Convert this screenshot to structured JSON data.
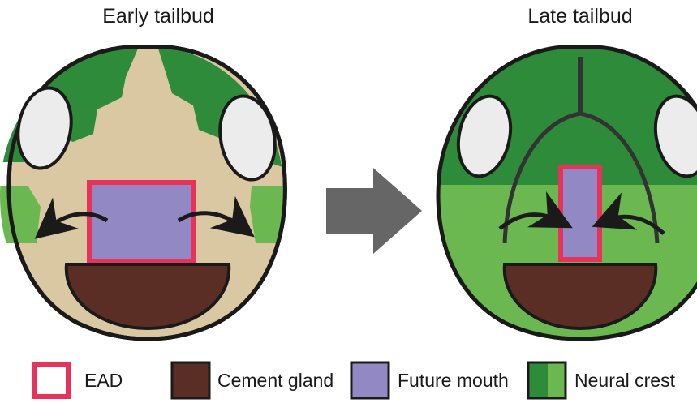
{
  "panels": {
    "left_title": "Early tailbud",
    "right_title": "Late tailbud"
  },
  "legend": [
    {
      "label": "EAD",
      "icon": "ead-swatch",
      "color": "#e8325a"
    },
    {
      "label": "Cement gland",
      "icon": "cement-gland-swatch",
      "color": "#5a2e25"
    },
    {
      "label": "Future mouth",
      "icon": "future-mouth-swatch",
      "color": "#9289c4"
    },
    {
      "label": "Neural crest",
      "icon": "neural-crest-swatch",
      "color": "#2e8b3a"
    }
  ],
  "colors": {
    "tissue": "#d9c8a2",
    "neural_crest_dark": "#2e8b3a",
    "neural_crest_light": "#6ab84f",
    "eye": "#ececec",
    "arrow": "#666666"
  }
}
